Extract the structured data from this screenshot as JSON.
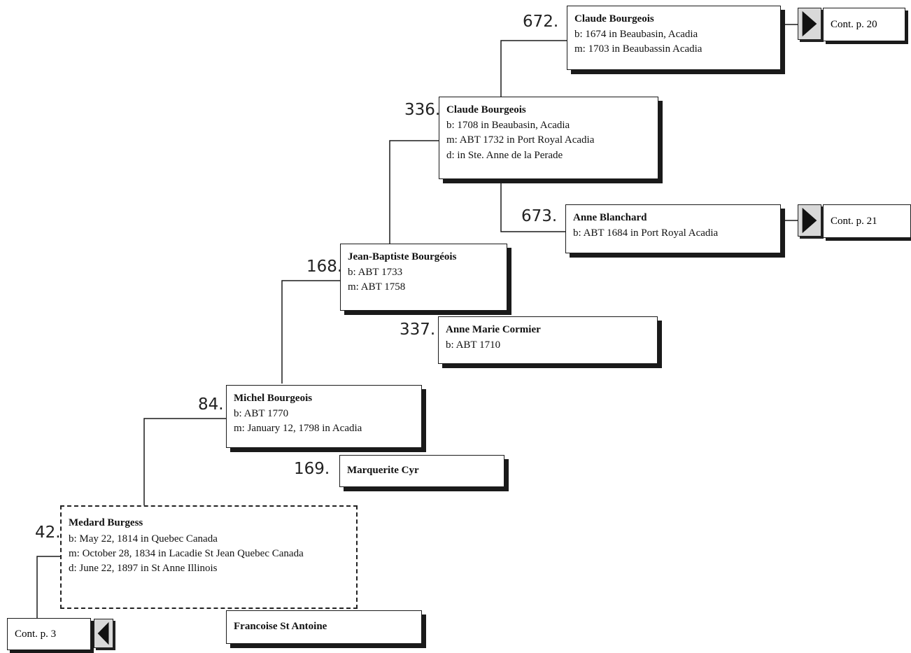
{
  "people": {
    "p672": {
      "number": "672.",
      "name": "Claude Bourgeois",
      "details": [
        "b: 1674 in Beaubasin, Acadia",
        "m: 1703 in Beaubassin Acadia"
      ]
    },
    "p336": {
      "number": "336.",
      "name": "Claude Bourgeois",
      "details": [
        "b: 1708 in Beaubasin, Acadia",
        "m: ABT  1732 in Port Royal Acadia",
        "d: in Ste. Anne de la Perade"
      ]
    },
    "p673": {
      "number": "673.",
      "name": "Anne Blanchard",
      "details": [
        "b: ABT  1684 in Port Royal Acadia"
      ]
    },
    "p168": {
      "number": "168.",
      "name": "Jean-Baptiste Bourgéois",
      "details": [
        "b: ABT  1733",
        "m: ABT  1758"
      ]
    },
    "p337": {
      "number": "337.",
      "name": "Anne Marie Cormier",
      "details": [
        "b: ABT  1710"
      ]
    },
    "p84": {
      "number": "84.",
      "name": "Michel Bourgeois",
      "details": [
        "b: ABT  1770",
        "m: January 12, 1798 in Acadia"
      ]
    },
    "p169": {
      "number": "169.",
      "name": "Marquerite Cyr",
      "details": []
    },
    "p42": {
      "number": "42.",
      "name": "Medard Burgess",
      "details": [
        "b: May 22, 1814 in Quebec Canada",
        "m: October 28, 1834 in Lacadie St Jean Quebec Canada",
        "d: June 22, 1897 in St Anne Illinois"
      ]
    },
    "spouse42": {
      "name": "Francoise St Antoine"
    }
  },
  "continuations": {
    "cont20": {
      "label": "Cont. p. 20",
      "icon": "arrow-right-icon"
    },
    "cont21": {
      "label": "Cont. p. 21",
      "icon": "arrow-right-icon"
    },
    "cont3": {
      "label": "Cont. p. 3",
      "icon": "arrow-left-icon"
    }
  },
  "colors": {
    "line": "#1a1a1a",
    "box_bg": "#ffffff",
    "shadow": "#1a1a1a"
  }
}
